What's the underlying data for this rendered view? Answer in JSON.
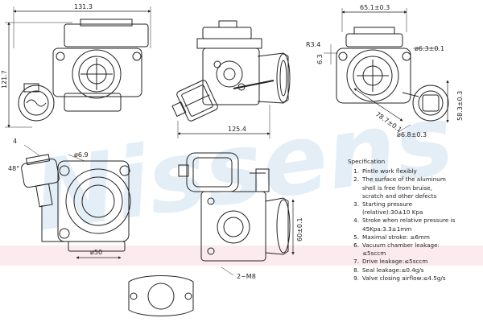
{
  "watermark": "Nissens",
  "dimensions": {
    "top_width": "131.3",
    "left_height": "121.7",
    "width_65": "65.1±0.3",
    "r34": "R3.4",
    "d63": "ø6.3±0.1",
    "d63_small": "6.3",
    "d78": "78.7±0.1",
    "d58": "58.3±0.3",
    "d68": "ø6.8±0.3",
    "w1254": "125.4",
    "deg4": "4",
    "deg48": "48°",
    "d69": "ø6.9",
    "d50": "ø50",
    "h60": "60±0.1",
    "m8": "2~M8"
  },
  "specification": {
    "title": "Specification",
    "items": [
      "Pintle work flexibly",
      "The surface of the aluminum\nshell is free from bruise,\nscratch and other defects",
      "Starting pressure\n(relative):30±10 Kpa",
      "Stroke when relative pressure is\n45Kpa:3.3±1mm",
      "Maximal stroke: ≥6mm",
      "Vacuum chamber leakage:\n≤5sccm",
      "Drive leakage:≤5sccm",
      "Seal leakage:≤0.4g/s",
      "Valve closing airflow:≤4.5g/s"
    ]
  }
}
